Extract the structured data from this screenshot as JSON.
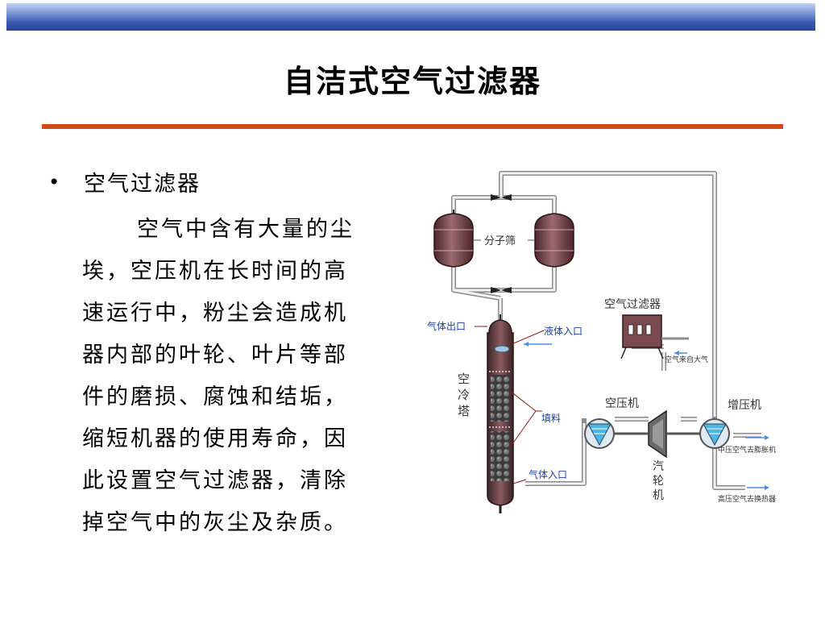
{
  "slide": {
    "title": "自洁式空气过滤器",
    "bullet": "空气过滤器",
    "paragraph_lines": [
      "空气中含有大量的尘",
      "埃，空压机在长时间的高",
      "速运行中，粉尘会造成机",
      "器内部的叶轮、叶片等部",
      "件的磨损、腐蚀和结垢，",
      "缩短机器的使用寿命，因",
      "此设置空气过滤器，清除",
      "掉空气中的灰尘及杂质。"
    ]
  },
  "diagram": {
    "labels": {
      "molecular_sieve": "分子筛",
      "air_filter": "空气过滤器",
      "gas_outlet": "气体出口",
      "liquid_inlet": "液体入口",
      "air_cooling_tower_1": "空",
      "air_cooling_tower_2": "冷",
      "air_cooling_tower_3": "塔",
      "packing": "填料",
      "gas_inlet": "气体入口",
      "air_compressor": "空压机",
      "booster": "增压机",
      "turbine_1": "汽",
      "turbine_2": "轮",
      "turbine_3": "机",
      "air_from_atmosphere": "空气来自大气",
      "mp_air_to_expander": "中压空气去膨胀机",
      "hp_air_to_exchanger": "高压空气去换热器"
    },
    "colors": {
      "pipe": "#a9a9a9",
      "vessel": "#6b3b3f",
      "label_blue": "#1e3fa0",
      "flow_arrow": "#4a8ee0",
      "compressor_fill": "#4fb6e0",
      "leader_line": "#8b1a1a"
    }
  }
}
